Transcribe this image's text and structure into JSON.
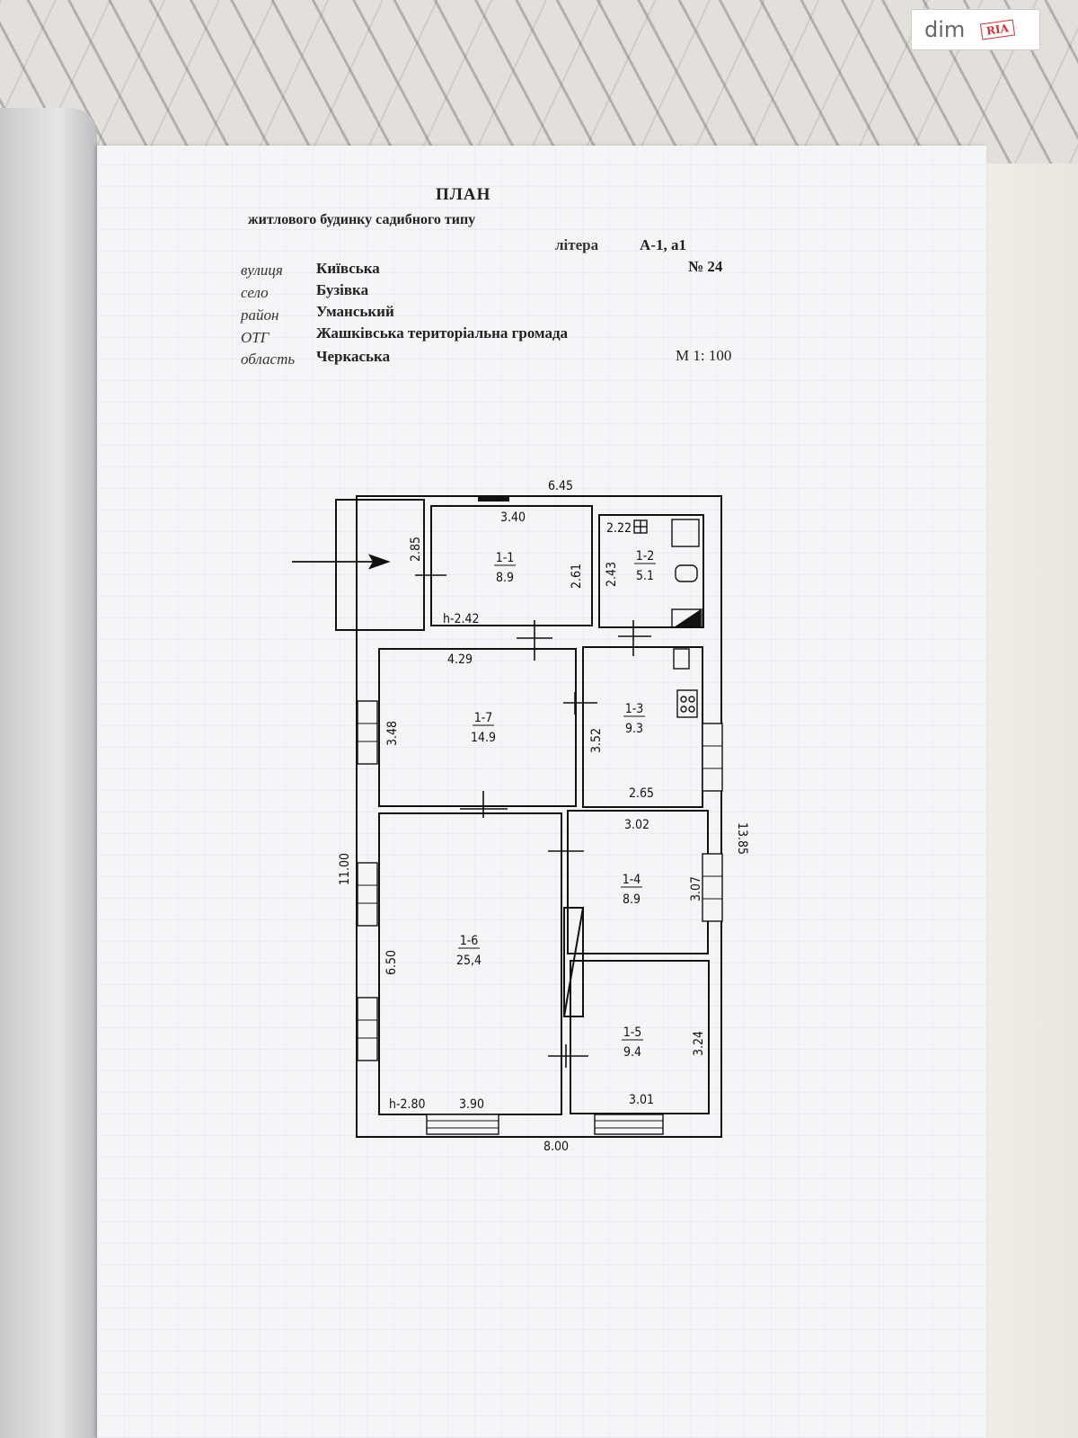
{
  "watermark": {
    "left": "dim",
    "right": "RIA"
  },
  "header": {
    "title": "ПЛАН",
    "subtitle": "житлового будинку садибного типу",
    "litera_label": "літера",
    "litera_value": "А-1, а1",
    "number": "№ 24",
    "scale": "М 1: 100"
  },
  "address": [
    {
      "label": "вулиця",
      "value": "Київська"
    },
    {
      "label": "село",
      "value": "Бузівка"
    },
    {
      "label": "район",
      "value": "Уманський"
    },
    {
      "label": "ОТГ",
      "value": "Жашківська територіальна громада"
    },
    {
      "label": "область",
      "value": "Черкаська"
    }
  ],
  "plan": {
    "overall": {
      "top": "6.45",
      "right": "13.85",
      "left": "11.00",
      "bottom": "8.00"
    },
    "dimensions": [
      "3.40",
      "2.85",
      "2.61",
      "h-2.42",
      "2.22",
      "2.43",
      "4.29",
      "3.48",
      "3.52",
      "2.65",
      "3.02",
      "3.07",
      "6.50",
      "3.24",
      "h-2.80",
      "3.90",
      "3.01"
    ],
    "rooms": [
      {
        "id": "1-1",
        "area": "8.9"
      },
      {
        "id": "1-2",
        "area": "5.1"
      },
      {
        "id": "1-3",
        "area": "9.3"
      },
      {
        "id": "1-4",
        "area": "8.9"
      },
      {
        "id": "1-5",
        "area": "9.4"
      },
      {
        "id": "1-6",
        "area": "25,4"
      },
      {
        "id": "1-7",
        "area": "14.9"
      }
    ]
  }
}
